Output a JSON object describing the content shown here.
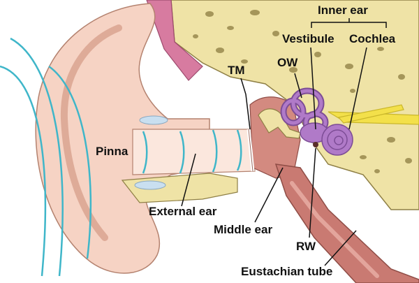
{
  "labels": {
    "inner_ear": "Inner ear",
    "vestibule": "Vestibule",
    "cochlea": "Cochlea",
    "tm": "TM",
    "ow": "OW",
    "pinna": "Pinna",
    "external_ear": "External ear",
    "middle_ear": "Middle ear",
    "rw": "RW",
    "eustachian_tube": "Eustachian tube"
  },
  "colors": {
    "skin": "#f6d3c4",
    "skin_dark": "#e9b6a3",
    "bone": "#efe3a6",
    "bone_pore": "#a5965a",
    "canal": "#fbe7dd",
    "tube": "#c97a72",
    "tube_dark": "#a95d57",
    "labyrinth": "#b07ac8",
    "labyrinth_dark": "#7d4d96",
    "nerve": "#f3e04a",
    "wave": "#3fb6c9",
    "muscle": "#d77ba0",
    "line": "#222222"
  }
}
